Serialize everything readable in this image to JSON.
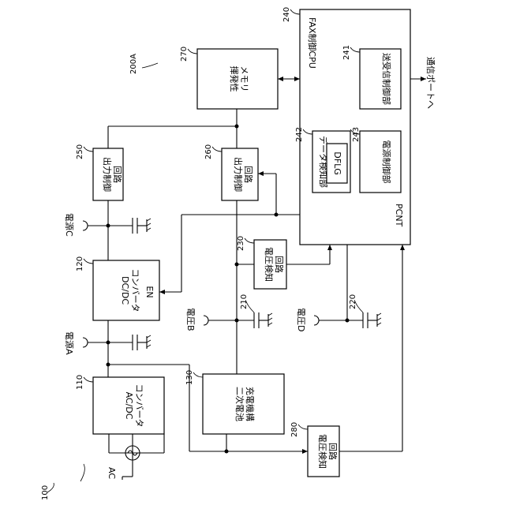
{
  "figure": {
    "ref_system": "100",
    "ref_device": "200A"
  },
  "blocks": {
    "ac_dc": {
      "ref": "110",
      "line1": "AC/DC",
      "line2": "コンバータ"
    },
    "dc_dc": {
      "ref": "120",
      "line1": "DC/DC",
      "line2": "コンバータ",
      "pin": "EN"
    },
    "charger": {
      "ref": "130",
      "line1": "二次電池",
      "line2": "充電機構"
    },
    "out_ctrl_250": {
      "ref": "250",
      "line1": "出力制御",
      "line2": "回路"
    },
    "out_ctrl_260": {
      "ref": "260",
      "line1": "出力制御",
      "line2": "回路"
    },
    "volt_det_230": {
      "ref": "230",
      "line1": "電圧検知",
      "line2": "回路"
    },
    "volt_det_280": {
      "ref": "280",
      "line1": "電圧検知",
      "line2": "回路"
    },
    "memory": {
      "ref": "270",
      "line1": "揮発性",
      "line2": "メモリ"
    },
    "cpu": {
      "ref": "240",
      "title": "FAX制御CPU",
      "pin": "PCNT"
    },
    "comm_ctrl": {
      "ref": "241",
      "text": "送受信制御部"
    },
    "power_ctrl": {
      "ref": "243",
      "text": "電源制御部"
    },
    "data_det": {
      "ref": "242",
      "text": "データ検知部",
      "flag": "DFLG"
    }
  },
  "labels": {
    "ac_input": "AC",
    "supply_a": "電源A",
    "supply_c": "電源C",
    "voltage_b": "電圧B",
    "voltage_d": "電圧D",
    "comm_port": "通信ポートへ",
    "cap_210": "210",
    "cap_220": "220"
  }
}
